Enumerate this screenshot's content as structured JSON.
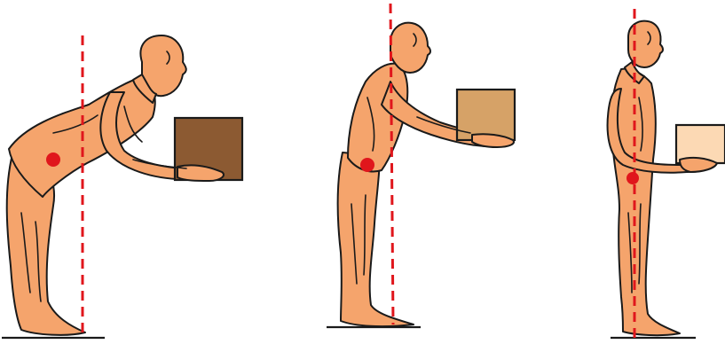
{
  "figures": [
    {
      "posture": "bent-over-reach",
      "box_color": "#8c5a32"
    },
    {
      "posture": "standing-lean-reach",
      "box_color": "#d6a267"
    },
    {
      "posture": "upright-close-hold",
      "box_color": "#fcd9b4"
    }
  ],
  "colors": {
    "skin": "#f5a46c",
    "outline": "#1a1a1a",
    "plumb_line": "#e0161c",
    "center_of_gravity": "#e0161c",
    "background": "#ffffff"
  }
}
